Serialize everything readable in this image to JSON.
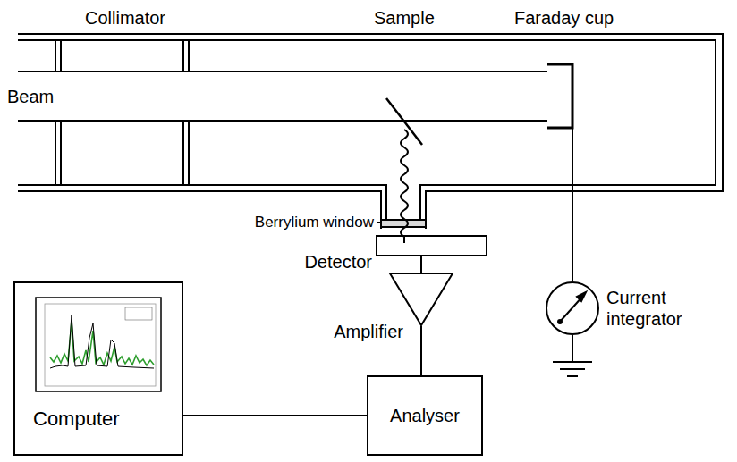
{
  "diagram": {
    "nodes": [
      {
        "text": [
          "Detector"
        ]
      },
      {
        "text": [
          "Current integrator"
        ]
      },
      {
        "text": [
          "Amplifier"
        ]
      },
      {
        "text": [
          "Computer"
        ]
      },
      {
        "text": [
          "Analyser"
        ]
      }
    ],
    "edges": [
      {
        "from": 0,
        "to": 2,
        "arrow": "none"
      },
      {
        "from": 2,
        "to": 4,
        "arrow": "none"
      },
      {
        "from": 4,
        "to": 3,
        "arrow": "none"
      }
    ],
    "labels": [
      "Collimator",
      "Sample",
      "Faraday cup",
      "Beam",
      "Berrylium window"
    ]
  }
}
